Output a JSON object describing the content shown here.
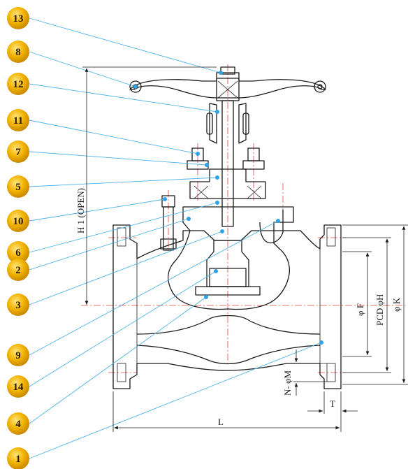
{
  "callouts": [
    "13",
    "8",
    "12",
    "11",
    "7",
    "5",
    "10",
    "6",
    "2",
    "3",
    "9",
    "14",
    "4",
    "1"
  ],
  "dimensions": {
    "h1": "H 1 (OPEN)",
    "l": "L",
    "t": "T",
    "f": "φ F",
    "pcd": "PCD φH",
    "k": "φ K",
    "nm": "N- φM"
  },
  "colors": {
    "badge": "#f2b300",
    "leader": "#4fb3e8",
    "centerline": "#e0463c"
  }
}
